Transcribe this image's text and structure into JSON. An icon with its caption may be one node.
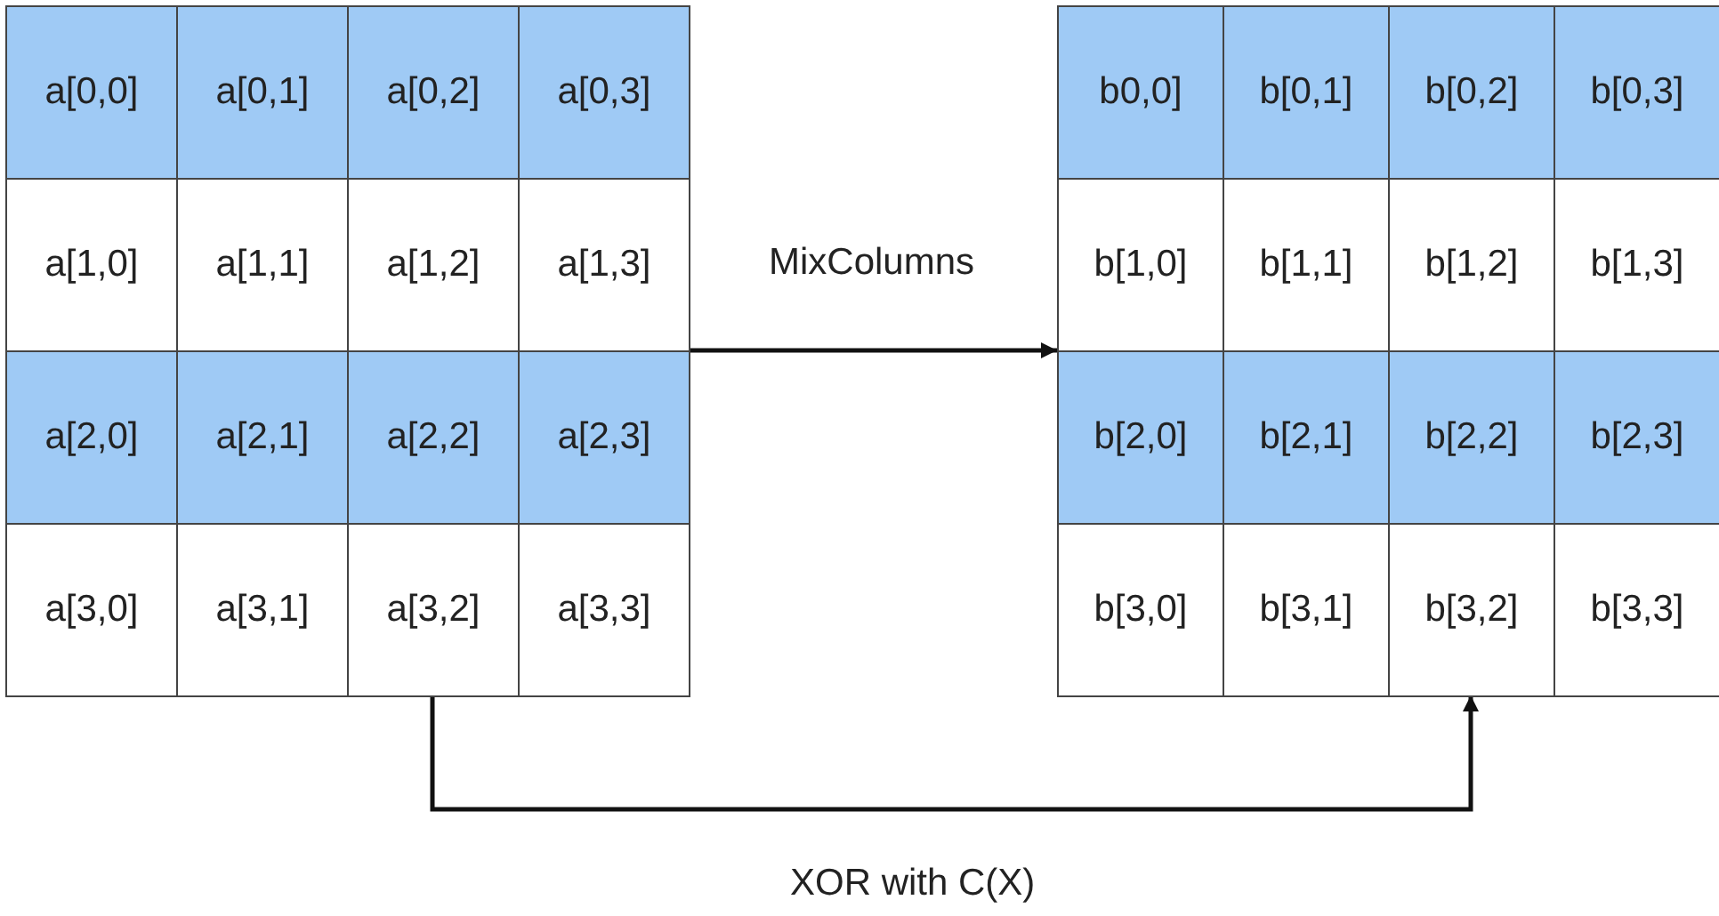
{
  "diagram": {
    "nodes": [
      {
        "text": [],
        "shape": "box"
      },
      {
        "text": [
          "a[0,0]"
        ],
        "in": 0
      },
      {
        "text": [
          "a[0,1]"
        ],
        "in": 0
      },
      {
        "text": [
          "a[0,2]"
        ],
        "in": 0
      },
      {
        "text": [
          "a[0,3]"
        ],
        "in": 0
      },
      {
        "text": [
          "a[1,0]"
        ],
        "in": 0
      },
      {
        "text": [
          "a[1,1]"
        ],
        "in": 0
      },
      {
        "text": [
          "a[1,2]"
        ],
        "in": 0
      },
      {
        "text": [
          "a[1,3]"
        ],
        "in": 0
      },
      {
        "text": [
          "a[2,0]"
        ],
        "in": 0
      },
      {
        "text": [
          "a[2,1]"
        ],
        "in": 0
      },
      {
        "text": [
          "a[2,2]"
        ],
        "in": 0
      },
      {
        "text": [
          "a[2,3]"
        ],
        "in": 0
      },
      {
        "text": [
          "a[3,0]"
        ],
        "in": 0
      },
      {
        "text": [
          "a[3,1]"
        ],
        "in": 0
      },
      {
        "text": [
          "a[3,2]"
        ],
        "in": 0
      },
      {
        "text": [
          "a[3,3]"
        ],
        "in": 0
      },
      {
        "text": [],
        "shape": "box"
      },
      {
        "text": [
          "b0,0]"
        ],
        "in": 17
      },
      {
        "text": [
          "b[0,1]"
        ],
        "in": 17
      },
      {
        "text": [
          "b[0,2]"
        ],
        "in": 17
      },
      {
        "text": [
          "b[0,3]"
        ],
        "in": 17
      },
      {
        "text": [
          "b[1,0]"
        ],
        "in": 17
      },
      {
        "text": [
          "b[1,1]"
        ],
        "in": 17
      },
      {
        "text": [
          "b[1,2]"
        ],
        "in": 17
      },
      {
        "text": [
          "b[1,3]"
        ],
        "in": 17
      },
      {
        "text": [
          "b[2,0]"
        ],
        "in": 17
      },
      {
        "text": [
          "b[2,1]"
        ],
        "in": 17
      },
      {
        "text": [
          "b[2,2]"
        ],
        "in": 17
      },
      {
        "text": [
          "b[2,3]"
        ],
        "in": 17
      },
      {
        "text": [
          "b[3,0]"
        ],
        "in": 17
      },
      {
        "text": [
          "b[3,1]"
        ],
        "in": 17
      },
      {
        "text": [
          "b[3,2]"
        ],
        "in": 17
      },
      {
        "text": [
          "b[3,3]"
        ],
        "in": 17
      }
    ],
    "edges": [
      {
        "from": 0,
        "to": 17,
        "arrow": "to",
        "label": "MixColumns"
      },
      {
        "from": 15,
        "to": 32,
        "arrow": "to",
        "label": "XOR with C(X)"
      }
    ]
  }
}
